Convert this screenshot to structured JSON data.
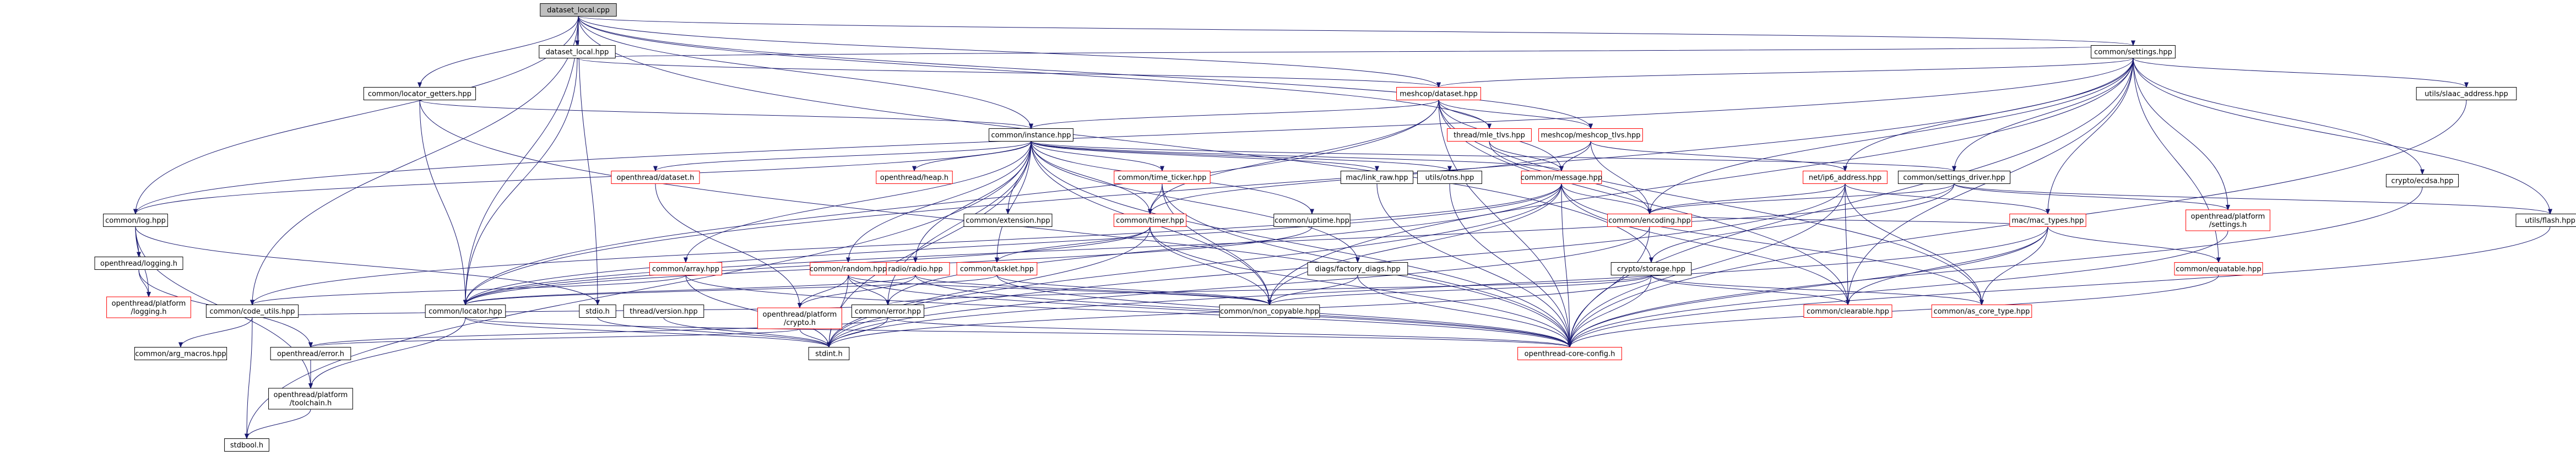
{
  "colors": {
    "node_fill": "#ffffff",
    "node_stroke": "#000000",
    "root_fill": "#bfbfbf",
    "red_stroke": "#ff0000",
    "edge": "#191970",
    "text": "#000000"
  },
  "nodes": [
    {
      "id": "dataset_local_cpp",
      "label": "dataset_local.cpp",
      "kind": "root"
    },
    {
      "id": "dataset_local_hpp",
      "label": "dataset_local.hpp",
      "kind": "normal"
    },
    {
      "id": "settings_hpp",
      "label": "common/settings.hpp",
      "kind": "normal"
    },
    {
      "id": "meshcop_dataset",
      "label": "meshcop/dataset.hpp",
      "kind": "red"
    },
    {
      "id": "locator_getters",
      "label": "common/locator_getters.hpp",
      "kind": "normal"
    },
    {
      "id": "instance_hpp",
      "label": "common/instance.hpp",
      "kind": "normal"
    },
    {
      "id": "mle_tlvs",
      "label": "thread/mle_tlvs.hpp",
      "kind": "red"
    },
    {
      "id": "meshcop_tlvs",
      "label": "meshcop/meshcop_tlvs.hpp",
      "kind": "red"
    },
    {
      "id": "slaac_address",
      "label": "utils/slaac_address.hpp",
      "kind": "normal"
    },
    {
      "id": "ecdsa",
      "label": "crypto/ecdsa.hpp",
      "kind": "normal"
    },
    {
      "id": "flash_hpp",
      "label": "utils/flash.hpp",
      "kind": "normal"
    },
    {
      "id": "log_hpp",
      "label": "common/log.hpp",
      "kind": "normal"
    },
    {
      "id": "logging_h",
      "label": "openthread/logging.h",
      "kind": "normal"
    },
    {
      "id": "platform_logging",
      "label": "openthread/platform/logging.h",
      "kind": "red"
    },
    {
      "id": "ot_dataset_h",
      "label": "openthread/dataset.h",
      "kind": "red"
    },
    {
      "id": "heap_h",
      "label": "openthread/heap.h",
      "kind": "red"
    },
    {
      "id": "time_ticker",
      "label": "common/time_ticker.hpp",
      "kind": "red"
    },
    {
      "id": "extension_hpp",
      "label": "common/extension.hpp",
      "kind": "normal"
    },
    {
      "id": "uptime_hpp",
      "label": "common/uptime.hpp",
      "kind": "normal"
    },
    {
      "id": "link_raw",
      "label": "mac/link_raw.hpp",
      "kind": "normal"
    },
    {
      "id": "otns_hpp",
      "label": "utils/otns.hpp",
      "kind": "normal"
    },
    {
      "id": "message_hpp",
      "label": "common/message.hpp",
      "kind": "red"
    },
    {
      "id": "ip6_address",
      "label": "net/ip6_address.hpp",
      "kind": "red"
    },
    {
      "id": "settings_driver",
      "label": "common/settings_driver.hpp",
      "kind": "normal"
    },
    {
      "id": "platform_settings",
      "label": "openthread/platform/settings.h",
      "kind": "red"
    },
    {
      "id": "mac_types",
      "label": "mac/mac_types.hpp",
      "kind": "red"
    },
    {
      "id": "equatable",
      "label": "common/equatable.hpp",
      "kind": "red"
    },
    {
      "id": "encoding_hpp",
      "label": "common/encoding.hpp",
      "kind": "red"
    },
    {
      "id": "timer_hpp",
      "label": "common/timer.hpp",
      "kind": "red"
    },
    {
      "id": "radio_hpp",
      "label": "radio/radio.hpp",
      "kind": "red"
    },
    {
      "id": "tasklet_hpp",
      "label": "common/tasklet.hpp",
      "kind": "red"
    },
    {
      "id": "factory_diags",
      "label": "diags/factory_diags.hpp",
      "kind": "normal"
    },
    {
      "id": "array_hpp",
      "label": "common/array.hpp",
      "kind": "red"
    },
    {
      "id": "random_hpp",
      "label": "common/random.hpp",
      "kind": "red"
    },
    {
      "id": "code_utils",
      "label": "common/code_utils.hpp",
      "kind": "normal"
    },
    {
      "id": "locator_hpp",
      "label": "common/locator.hpp",
      "kind": "normal"
    },
    {
      "id": "stdio_h",
      "label": "stdio.h",
      "kind": "normal"
    },
    {
      "id": "version_hpp",
      "label": "thread/version.hpp",
      "kind": "normal"
    },
    {
      "id": "platform_crypto",
      "label": "openthread/platform/crypto.h",
      "kind": "red"
    },
    {
      "id": "error_hpp",
      "label": "common/error.hpp",
      "kind": "normal"
    },
    {
      "id": "storage_hpp",
      "label": "crypto/storage.hpp",
      "kind": "normal"
    },
    {
      "id": "non_copyable",
      "label": "common/non_copyable.hpp",
      "kind": "normal"
    },
    {
      "id": "clearable",
      "label": "common/clearable.hpp",
      "kind": "red"
    },
    {
      "id": "as_core_type",
      "label": "common/as_core_type.hpp",
      "kind": "red"
    },
    {
      "id": "arg_macros",
      "label": "common/arg_macros.hpp",
      "kind": "normal"
    },
    {
      "id": "error_h",
      "label": "openthread/error.h",
      "kind": "normal"
    },
    {
      "id": "stdint_h",
      "label": "stdint.h",
      "kind": "normal"
    },
    {
      "id": "core_config",
      "label": "openthread-core-config.h",
      "kind": "red"
    },
    {
      "id": "toolchain_h",
      "label": "openthread/platform/toolchain.h",
      "kind": "normal"
    },
    {
      "id": "stdbool_h",
      "label": "stdbool.h",
      "kind": "normal"
    }
  ],
  "edges": [
    [
      "dataset_local_cpp",
      "dataset_local_hpp"
    ],
    [
      "dataset_local_cpp",
      "settings_hpp"
    ],
    [
      "dataset_local_cpp",
      "meshcop_dataset"
    ],
    [
      "dataset_local_cpp",
      "locator_getters"
    ],
    [
      "dataset_local_cpp",
      "instance_hpp"
    ],
    [
      "dataset_local_cpp",
      "meshcop_tlvs"
    ],
    [
      "dataset_local_cpp",
      "log_hpp"
    ],
    [
      "dataset_local_cpp",
      "code_utils"
    ],
    [
      "dataset_local_cpp",
      "locator_hpp"
    ],
    [
      "dataset_local_cpp",
      "stdio_h"
    ],
    [
      "dataset_local_cpp",
      "storage_hpp"
    ],
    [
      "dataset_local_cpp",
      "mle_tlvs"
    ],
    [
      "dataset_local_hpp",
      "meshcop_dataset"
    ],
    [
      "dataset_local_hpp",
      "locator_hpp"
    ],
    [
      "dataset_local_hpp",
      "settings_hpp"
    ],
    [
      "settings_hpp",
      "meshcop_dataset"
    ],
    [
      "settings_hpp",
      "slaac_address"
    ],
    [
      "settings_hpp",
      "ecdsa"
    ],
    [
      "settings_hpp",
      "flash_hpp"
    ],
    [
      "settings_hpp",
      "log_hpp"
    ],
    [
      "settings_hpp",
      "ip6_address"
    ],
    [
      "settings_hpp",
      "settings_driver"
    ],
    [
      "settings_hpp",
      "platform_settings"
    ],
    [
      "settings_hpp",
      "mac_types"
    ],
    [
      "settings_hpp",
      "equatable"
    ],
    [
      "settings_hpp",
      "encoding_hpp"
    ],
    [
      "settings_hpp",
      "locator_hpp"
    ],
    [
      "settings_hpp",
      "clearable"
    ],
    [
      "settings_hpp",
      "core_config"
    ],
    [
      "settings_hpp",
      "non_copyable"
    ],
    [
      "meshcop_dataset",
      "meshcop_tlvs"
    ],
    [
      "meshcop_dataset",
      "instance_hpp"
    ],
    [
      "meshcop_dataset",
      "mle_tlvs"
    ],
    [
      "meshcop_dataset",
      "message_hpp"
    ],
    [
      "meshcop_dataset",
      "timer_hpp"
    ],
    [
      "meshcop_dataset",
      "locator_hpp"
    ],
    [
      "meshcop_dataset",
      "core_config"
    ],
    [
      "meshcop_dataset",
      "clearable"
    ],
    [
      "meshcop_dataset",
      "as_core_type"
    ],
    [
      "locator_getters",
      "instance_hpp"
    ],
    [
      "locator_getters",
      "locator_hpp"
    ],
    [
      "locator_getters",
      "core_config"
    ],
    [
      "instance_hpp",
      "log_hpp"
    ],
    [
      "instance_hpp",
      "ot_dataset_h"
    ],
    [
      "instance_hpp",
      "heap_h"
    ],
    [
      "instance_hpp",
      "time_ticker"
    ],
    [
      "instance_hpp",
      "extension_hpp"
    ],
    [
      "instance_hpp",
      "uptime_hpp"
    ],
    [
      "instance_hpp",
      "link_raw"
    ],
    [
      "instance_hpp",
      "otns_hpp"
    ],
    [
      "instance_hpp",
      "message_hpp"
    ],
    [
      "instance_hpp",
      "array_hpp"
    ],
    [
      "instance_hpp",
      "random_hpp"
    ],
    [
      "instance_hpp",
      "radio_hpp"
    ],
    [
      "instance_hpp",
      "tasklet_hpp"
    ],
    [
      "instance_hpp",
      "timer_hpp"
    ],
    [
      "instance_hpp",
      "factory_diags"
    ],
    [
      "instance_hpp",
      "error_hpp"
    ],
    [
      "instance_hpp",
      "non_copyable"
    ],
    [
      "instance_hpp",
      "stdbool_h"
    ],
    [
      "instance_hpp",
      "core_config"
    ],
    [
      "instance_hpp",
      "settings_driver"
    ],
    [
      "instance_hpp",
      "stdint_h"
    ],
    [
      "mle_tlvs",
      "message_hpp"
    ],
    [
      "mle_tlvs",
      "encoding_hpp"
    ],
    [
      "meshcop_tlvs",
      "message_hpp"
    ],
    [
      "meshcop_tlvs",
      "ip6_address"
    ],
    [
      "meshcop_tlvs",
      "encoding_hpp"
    ],
    [
      "meshcop_tlvs",
      "timer_hpp"
    ],
    [
      "slaac_address",
      "core_config"
    ],
    [
      "ecdsa",
      "core_config"
    ],
    [
      "flash_hpp",
      "core_config"
    ],
    [
      "log_hpp",
      "logging_h"
    ],
    [
      "log_hpp",
      "platform_logging"
    ],
    [
      "log_hpp",
      "toolchain_h"
    ],
    [
      "log_hpp",
      "stdio_h"
    ],
    [
      "logging_h",
      "platform_logging"
    ],
    [
      "logging_h",
      "error_h"
    ],
    [
      "ot_dataset_h",
      "platform_crypto"
    ],
    [
      "time_ticker",
      "timer_hpp"
    ],
    [
      "time_ticker",
      "non_copyable"
    ],
    [
      "time_ticker",
      "core_config"
    ],
    [
      "uptime_hpp",
      "locator_hpp"
    ],
    [
      "link_raw",
      "core_config"
    ],
    [
      "otns_hpp",
      "core_config"
    ],
    [
      "message_hpp",
      "encoding_hpp"
    ],
    [
      "message_hpp",
      "code_utils"
    ],
    [
      "message_hpp",
      "error_hpp"
    ],
    [
      "message_hpp",
      "non_copyable"
    ],
    [
      "message_hpp",
      "locator_hpp"
    ],
    [
      "message_hpp",
      "clearable"
    ],
    [
      "message_hpp",
      "as_core_type"
    ],
    [
      "message_hpp",
      "stdint_h"
    ],
    [
      "message_hpp",
      "core_config"
    ],
    [
      "ip6_address",
      "encoding_hpp"
    ],
    [
      "ip6_address",
      "mac_types"
    ],
    [
      "ip6_address",
      "clearable"
    ],
    [
      "ip6_address",
      "as_core_type"
    ],
    [
      "ip6_address",
      "stdint_h"
    ],
    [
      "ip6_address",
      "core_config"
    ],
    [
      "settings_driver",
      "encoding_hpp"
    ],
    [
      "settings_driver",
      "locator_hpp"
    ],
    [
      "settings_driver",
      "storage_hpp"
    ],
    [
      "settings_driver",
      "flash_hpp"
    ],
    [
      "settings_driver",
      "platform_settings"
    ],
    [
      "platform_settings",
      "core_config"
    ],
    [
      "mac_types",
      "equatable"
    ],
    [
      "mac_types",
      "clearable"
    ],
    [
      "mac_types",
      "as_core_type"
    ],
    [
      "mac_types",
      "stdint_h"
    ],
    [
      "mac_types",
      "core_config"
    ],
    [
      "mac_types",
      "encoding_hpp"
    ],
    [
      "equatable",
      "core_config"
    ],
    [
      "encoding_hpp",
      "core_config"
    ],
    [
      "encoding_hpp",
      "stdint_h"
    ],
    [
      "timer_hpp",
      "tasklet_hpp"
    ],
    [
      "timer_hpp",
      "locator_hpp"
    ],
    [
      "timer_hpp",
      "non_copyable"
    ],
    [
      "timer_hpp",
      "stdint_h"
    ],
    [
      "timer_hpp",
      "core_config"
    ],
    [
      "radio_hpp",
      "platform_crypto"
    ],
    [
      "radio_hpp",
      "locator_hpp"
    ],
    [
      "radio_hpp",
      "non_copyable"
    ],
    [
      "radio_hpp",
      "core_config"
    ],
    [
      "tasklet_hpp",
      "locator_hpp"
    ],
    [
      "tasklet_hpp",
      "non_copyable"
    ],
    [
      "tasklet_hpp",
      "core_config"
    ],
    [
      "factory_diags",
      "non_copyable"
    ],
    [
      "factory_diags",
      "core_config"
    ],
    [
      "array_hpp",
      "code_utils"
    ],
    [
      "array_hpp",
      "stdint_h"
    ],
    [
      "array_hpp",
      "core_config"
    ],
    [
      "random_hpp",
      "platform_crypto"
    ],
    [
      "random_hpp",
      "error_hpp"
    ],
    [
      "random_hpp",
      "non_copyable"
    ],
    [
      "random_hpp",
      "stdint_h"
    ],
    [
      "random_hpp",
      "core_config"
    ],
    [
      "code_utils",
      "arg_macros"
    ],
    [
      "code_utils",
      "error_hpp"
    ],
    [
      "code_utils",
      "stdbool_h"
    ],
    [
      "locator_hpp",
      "toolchain_h"
    ],
    [
      "locator_hpp",
      "stdint_h"
    ],
    [
      "locator_hpp",
      "core_config"
    ],
    [
      "version_hpp",
      "stdint_h"
    ],
    [
      "platform_crypto",
      "error_h"
    ],
    [
      "platform_crypto",
      "stdint_h"
    ],
    [
      "error_hpp",
      "error_h"
    ],
    [
      "error_hpp",
      "stdint_h"
    ],
    [
      "error_hpp",
      "core_config"
    ],
    [
      "storage_hpp",
      "error_hpp"
    ],
    [
      "storage_hpp",
      "non_copyable"
    ],
    [
      "storage_hpp",
      "clearable"
    ],
    [
      "storage_hpp",
      "as_core_type"
    ],
    [
      "storage_hpp",
      "stdint_h"
    ],
    [
      "storage_hpp",
      "core_config"
    ],
    [
      "error_h",
      "toolchain_h"
    ],
    [
      "toolchain_h",
      "stdbool_h"
    ],
    [
      "stdio_h",
      "stdint_h"
    ]
  ]
}
